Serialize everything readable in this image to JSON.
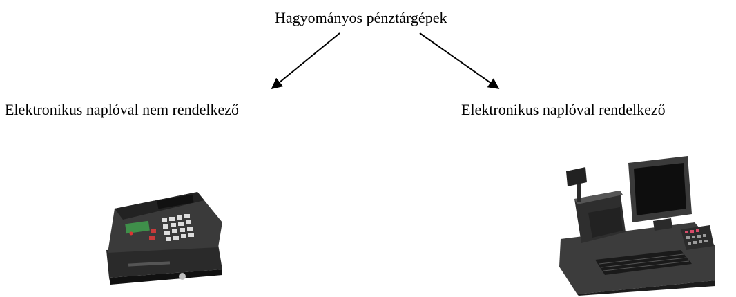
{
  "diagram": {
    "root": {
      "label": "Hagyományos pénztárgépek"
    },
    "children": [
      {
        "label": "Elektronikus naplóval nem rendelkező",
        "image": "basic-cash-register-illustration"
      },
      {
        "label": "Elektronikus naplóval rendelkező",
        "image": "pos-terminal-illustration"
      }
    ]
  },
  "colors": {
    "text": "#000000",
    "background": "#ffffff",
    "arrow": "#000000",
    "device_dark": "#2b2b2b",
    "device_mid": "#4a4a4a",
    "screen_green": "#3f8f4a"
  }
}
